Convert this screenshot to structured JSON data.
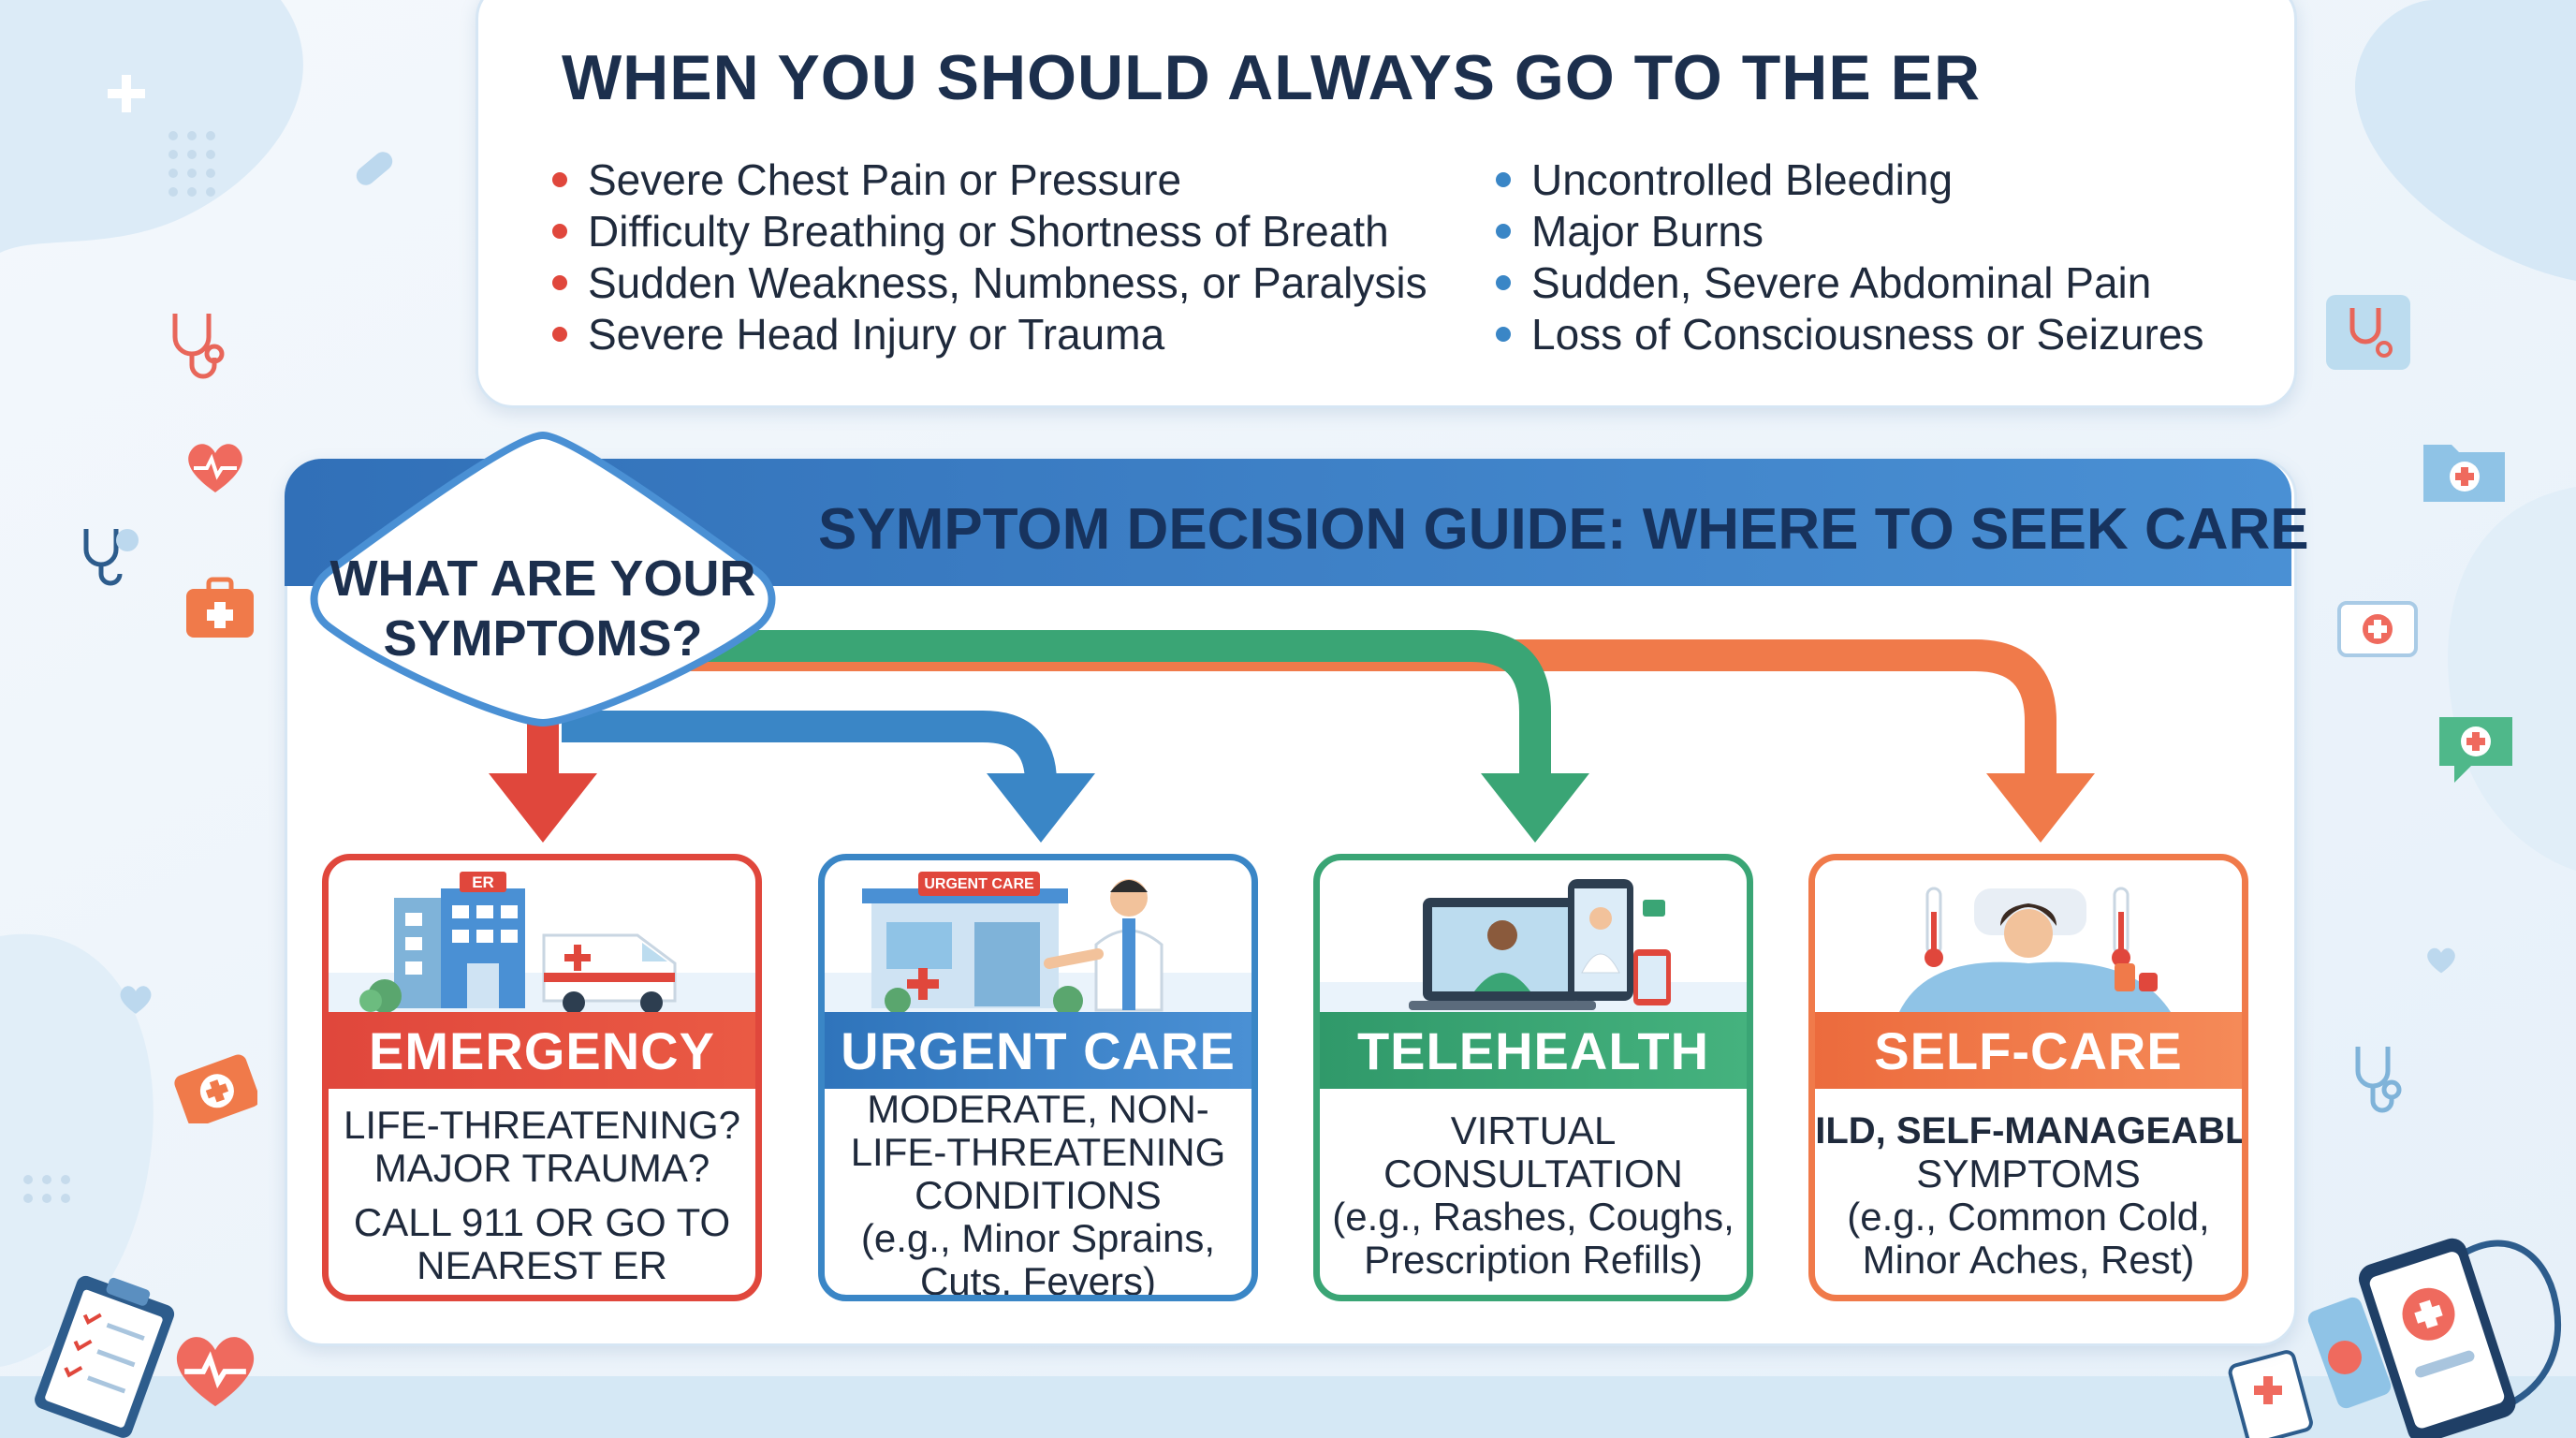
{
  "er_section": {
    "title": "WHEN YOU SHOULD ALWAYS GO TO THE ER",
    "left_items": [
      "Severe Chest Pain or Pressure",
      "Difficulty Breathing or Shortness of Breath",
      "Sudden Weakness, Numbness, or Paralysis",
      "Severe Head Injury or Trauma"
    ],
    "right_items": [
      "Uncontrolled Bleeding",
      "Major Burns",
      "Sudden, Severe Abdominal Pain",
      "Loss of Consciousness or Seizures"
    ]
  },
  "guide": {
    "title": "SYMPTOM DECISION GUIDE: WHERE TO SEEK CARE",
    "question": [
      "WHAT ARE YOUR",
      "SYMPTOMS?"
    ]
  },
  "cards": [
    {
      "key": "emergency",
      "title": "EMERGENCY",
      "sign": "ER",
      "lines": [
        "LIFE-THREATENING?",
        "MAJOR TRAUMA?"
      ],
      "lines2": [
        "CALL 911 OR GO TO",
        "NEAREST ER"
      ]
    },
    {
      "key": "urgent-care",
      "title": "URGENT CARE",
      "sign": "URGENT CARE",
      "lines": [
        "MODERATE, NON-",
        "LIFE-THREATENING",
        "CONDITIONS",
        "(e.g., Minor Sprains,",
        "Cuts, Fevers)"
      ]
    },
    {
      "key": "telehealth",
      "title": "TELEHEALTH",
      "lines": [
        "VIRTUAL",
        "CONSULTATION",
        "(e.g., Rashes, Coughs,",
        "Prescription Refills)"
      ]
    },
    {
      "key": "self-care",
      "title": "SELF-CARE",
      "lines": [
        "MILD, SELF-MANAGEABLE",
        "SYMPTOMS",
        "(e.g., Common Cold,",
        "Minor Aches, Rest)"
      ]
    }
  ],
  "colors": {
    "emergency": "#e0473c",
    "urgent_care": "#3a86c6",
    "telehealth": "#3aa575",
    "self_care": "#f07a4a",
    "header": "#3170b8",
    "title_text": "#1c2f4d"
  },
  "icons": [
    "plus-icon",
    "bandage-icon",
    "stethoscope-icon",
    "heart-pulse-icon",
    "first-aid-kit-icon",
    "shield-cross-icon",
    "medical-folder-icon",
    "chat-cross-icon",
    "clipboard-icon",
    "smartphone-medical-icon",
    "hospital-icon",
    "ambulance-icon",
    "clinic-icon",
    "doctor-icon",
    "laptop-video-icon",
    "thermometer-icon",
    "sick-person-icon"
  ]
}
